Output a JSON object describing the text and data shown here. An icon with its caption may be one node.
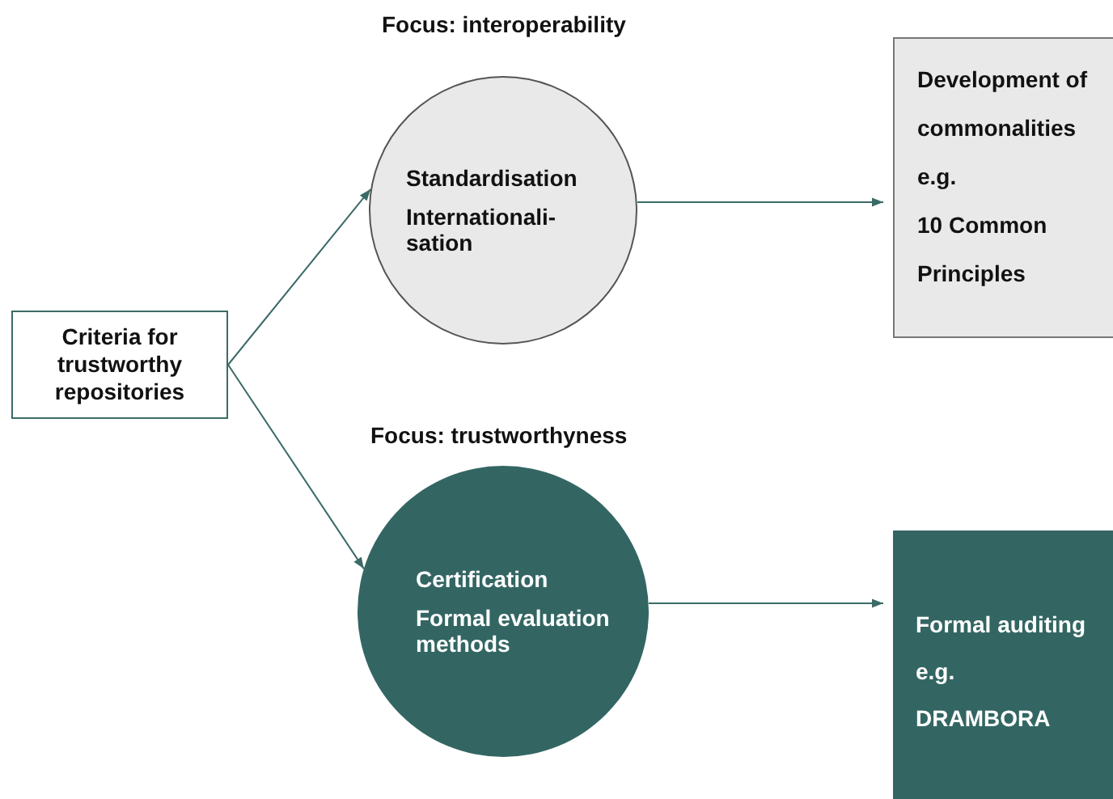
{
  "diagram": {
    "nodes": [
      {
        "text": [
          "Criteria for trustworthy repositories"
        ]
      },
      {
        "text": [
          "Standardisation",
          "Internationali- sation"
        ]
      },
      {
        "text": [
          "Development of commonalities",
          "e.g.",
          "10 Common Principles"
        ]
      },
      {
        "text": [
          "Certification",
          "Formal evaluation methods"
        ]
      },
      {
        "text": [
          "Formal auditing",
          "e.g.",
          "DRAMBORA"
        ]
      }
    ],
    "edges": [
      {
        "from": 0,
        "to": 1,
        "arrow": "to"
      },
      {
        "from": 0,
        "to": 3,
        "arrow": "to"
      },
      {
        "from": 1,
        "to": 2,
        "arrow": "to"
      },
      {
        "from": 3,
        "to": 4,
        "arrow": "to"
      }
    ],
    "labels": [
      "Focus: interoperability",
      "Focus: trustworthyness"
    ]
  }
}
